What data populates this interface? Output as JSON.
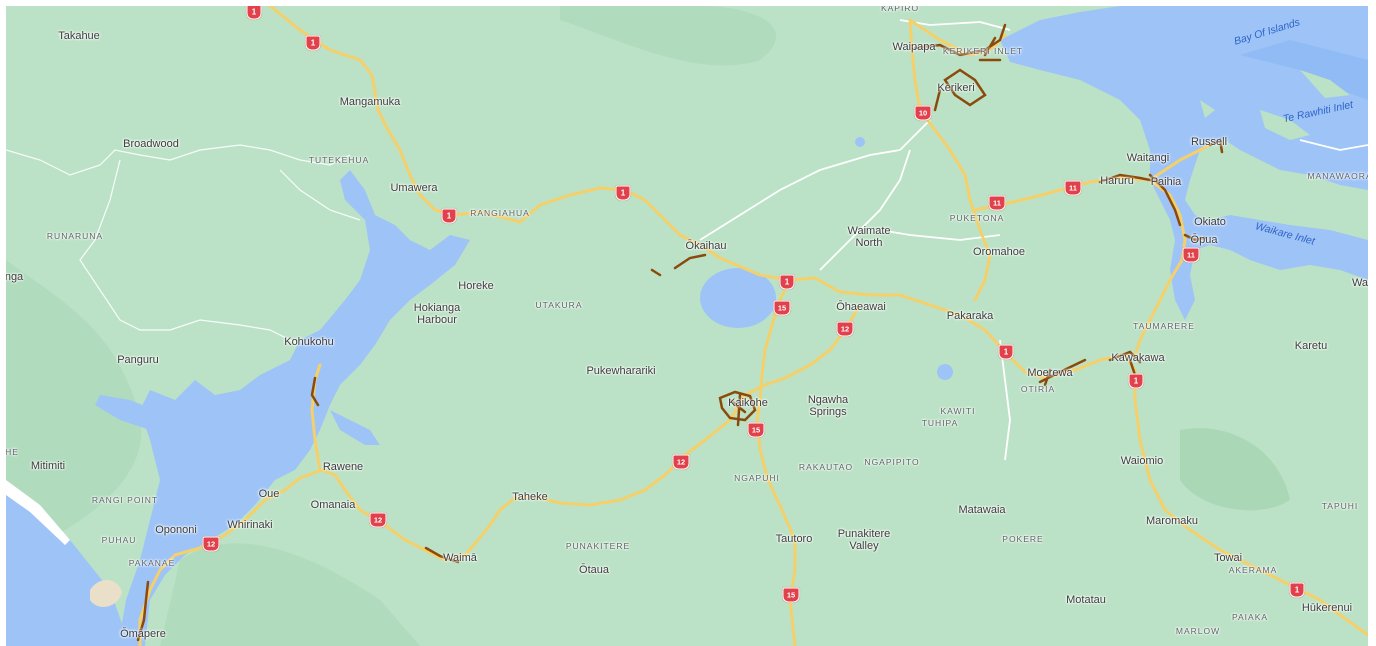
{
  "map": {
    "places": [
      {
        "name": "Takahue"
      },
      {
        "name": "Mangamuka"
      },
      {
        "name": "Broadwood"
      },
      {
        "name": "Umawera"
      },
      {
        "name": "Horeke"
      },
      {
        "name": "Hokianga\nHarbour"
      },
      {
        "name": "Kohukohu"
      },
      {
        "name": "Panguru"
      },
      {
        "name": "Mitimiti"
      },
      {
        "name": "Rawene"
      },
      {
        "name": "Oue"
      },
      {
        "name": "Omanaia"
      },
      {
        "name": "Whirinaki"
      },
      {
        "name": "Opononi"
      },
      {
        "name": "Ōmāpere"
      },
      {
        "name": "Taheke"
      },
      {
        "name": "Waimā"
      },
      {
        "name": "Ōtaua"
      },
      {
        "name": "Pukewharariki"
      },
      {
        "name": "Ōkaihau"
      },
      {
        "name": "Kaikohe"
      },
      {
        "name": "Ngawha\nSprings"
      },
      {
        "name": "Ōhaeawai"
      },
      {
        "name": "Waimate\nNorth"
      },
      {
        "name": "Oromahoe"
      },
      {
        "name": "Pakaraka"
      },
      {
        "name": "Tautoro"
      },
      {
        "name": "Punakitere\nValley"
      },
      {
        "name": "Matawaia"
      },
      {
        "name": "Motatau"
      },
      {
        "name": "Moerewa"
      },
      {
        "name": "Kawakawa"
      },
      {
        "name": "Waiomio"
      },
      {
        "name": "Maromaku"
      },
      {
        "name": "Towai"
      },
      {
        "name": "Hūkerenui"
      },
      {
        "name": "Karetu"
      },
      {
        "name": "Waipapa"
      },
      {
        "name": "Kerikeri"
      },
      {
        "name": "Waitangi"
      },
      {
        "name": "Haruru"
      },
      {
        "name": "Paihia"
      },
      {
        "name": "Russell"
      },
      {
        "name": "Okiato"
      },
      {
        "name": "Ōpua"
      },
      {
        "name": "nga"
      },
      {
        "name": "Wa"
      }
    ],
    "localities": [
      "TUTEKEHUA",
      "RANGIAHUA",
      "RUNARUNA",
      "UTAKURA",
      "RANGI POINT",
      "PUHAU",
      "PAKANAE",
      "PUNAKITERE",
      "NGAPUHI",
      "RAKAUTAO",
      "NGAPIPITO",
      "KAWITI",
      "TUHIPA",
      "OTIRIA",
      "POKERE",
      "TAUMARERE",
      "PUKETONA",
      "AKERAMA",
      "PAIAKA",
      "MARLOW",
      "TAPUHI",
      "MANAWAORA",
      "KAPIRO",
      "KERIKERI INLET",
      "HE"
    ],
    "water": [
      "Bay Of Islands",
      "Te Rawhiti Inlet",
      "Waikare Inlet"
    ],
    "routes": [
      "1",
      "1",
      "1",
      "1",
      "1",
      "1",
      "1",
      "1",
      "10",
      "11",
      "11",
      "11",
      "12",
      "12",
      "12",
      "12",
      "15",
      "15",
      "15"
    ],
    "colors": {
      "land": "#bbe2c6",
      "water": "#9ec4f7",
      "highway": "#f5d06a",
      "road": "#ffffff",
      "boundary": "#ffffff",
      "overlay": "#8b4a0b",
      "shield": "#e0414b"
    }
  }
}
